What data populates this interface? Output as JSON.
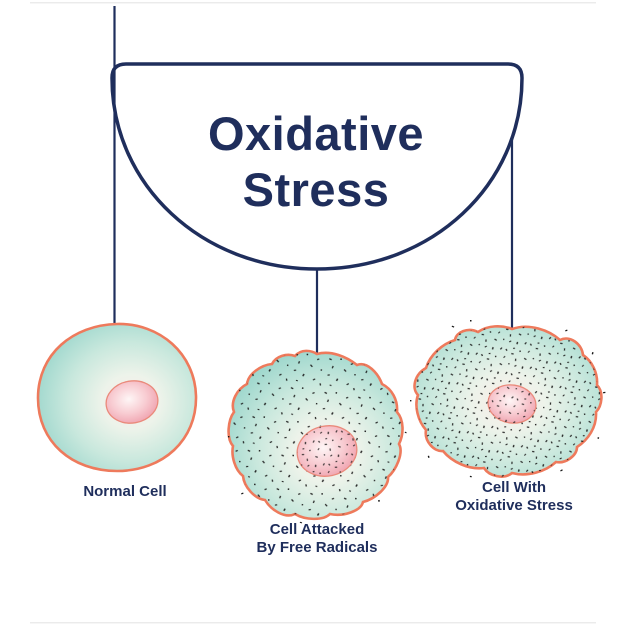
{
  "title": {
    "line1": "Oxidative",
    "line2": "Stress"
  },
  "cells": {
    "normal": {
      "label": "Normal Cell"
    },
    "attacked": {
      "label_line1": "Cell Attacked",
      "label_line2": "By Free Radicals"
    },
    "stressed": {
      "label_line1": "Cell With",
      "label_line2": "Oxidative Stress"
    }
  },
  "colors": {
    "text_navy": "#1f2e5c",
    "outline_navy": "#1f2e5c",
    "cell_membrane_orange": "#ee7a5c",
    "cytoplasm_teal": "#9ed7cd",
    "cytoplasm_highlight": "#fbece7",
    "nucleus_pink": "#f0a5b1",
    "speckle_black": "#161616",
    "background": "#ffffff"
  }
}
